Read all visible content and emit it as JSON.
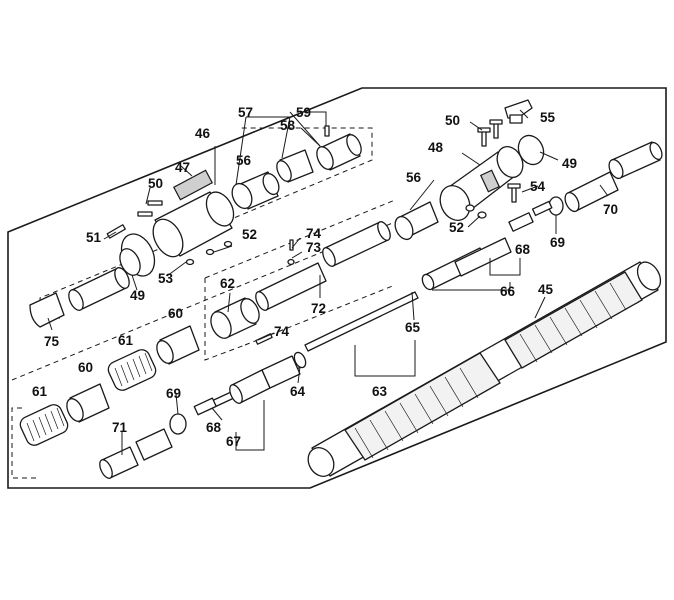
{
  "labels": {
    "l45": "45",
    "l46": "46",
    "l47": "47",
    "l48": "48",
    "l49a": "49",
    "l49b": "49",
    "l50a": "50",
    "l50b": "50",
    "l51": "51",
    "l52a": "52",
    "l52b": "52",
    "l53": "53",
    "l54": "54",
    "l55": "55",
    "l56a": "56",
    "l56b": "56",
    "l57": "57",
    "l58": "58",
    "l59": "59",
    "l60a": "60",
    "l60b": "60",
    "l61a": "61",
    "l61b": "61",
    "l62": "62",
    "l63": "63",
    "l64": "64",
    "l65": "65",
    "l66": "66",
    "l67": "67",
    "l68a": "68",
    "l68b": "68",
    "l69a": "69",
    "l69b": "69",
    "l70": "70",
    "l71": "71",
    "l72": "72",
    "l73": "73",
    "l74a": "74",
    "l74b": "74",
    "l75": "75"
  }
}
